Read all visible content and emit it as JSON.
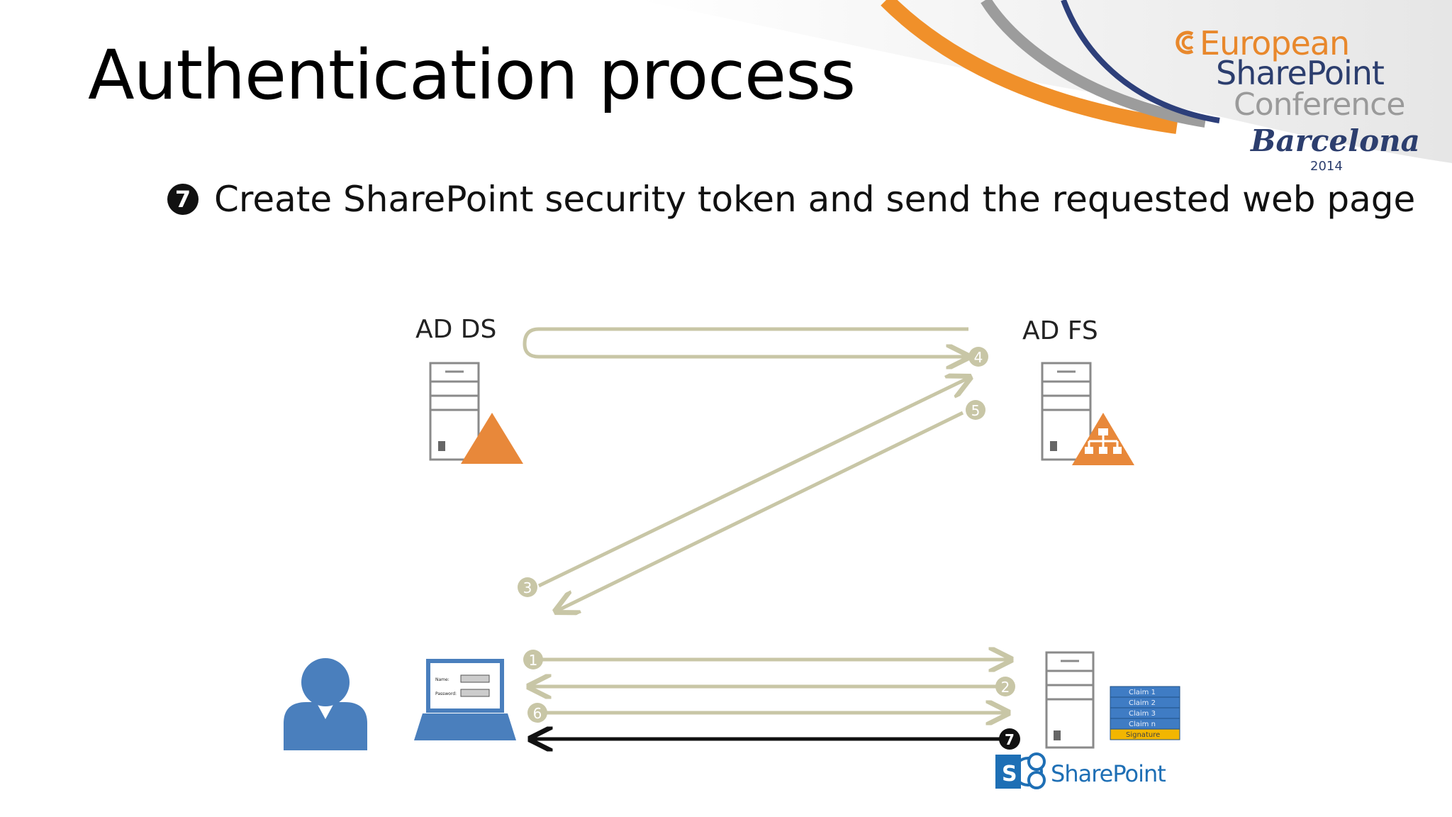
{
  "slide": {
    "title": "Authentication process",
    "subtitle_number": "7",
    "subtitle": "Create SharePoint security token and send the requested web page"
  },
  "logo": {
    "line1": "European",
    "line2": "SharePoint",
    "line3": "Conference",
    "line4": "Barcelona",
    "line5": "2014"
  },
  "diagram": {
    "nodes": {
      "ad_ds": "AD DS",
      "ad_fs": "AD FS",
      "sharepoint": "SharePoint"
    },
    "login_form": {
      "name_label": "Name:",
      "password_label": "Password:"
    },
    "token_rows": [
      "Claim 1",
      "Claim 2",
      "Claim 3",
      "Claim n",
      "Signature"
    ],
    "step_badges": [
      "1",
      "2",
      "3",
      "4",
      "5",
      "6",
      "7"
    ],
    "colors": {
      "arrow": "#c8c6a6",
      "active_arrow": "#111111",
      "accent_orange": "#e8883a",
      "user_blue": "#4a7fbd",
      "token_blue": "#3f7cc4",
      "signature_yellow": "#f2b600"
    }
  }
}
